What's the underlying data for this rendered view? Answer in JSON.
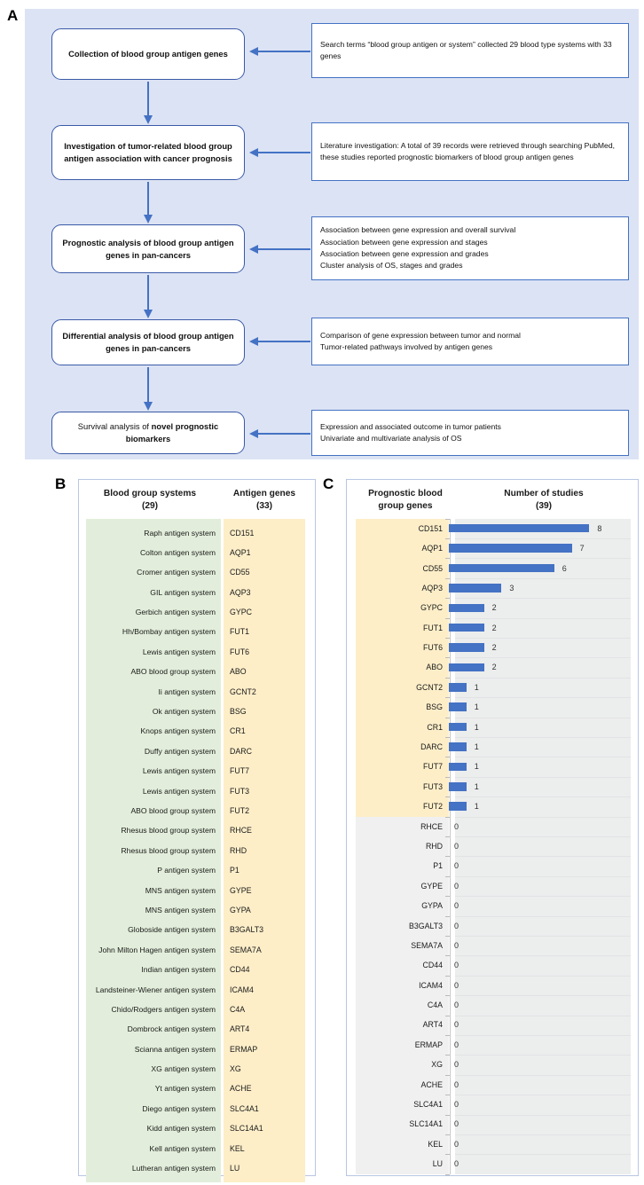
{
  "panels": {
    "a": {
      "letter": "A"
    },
    "b": {
      "letter": "B"
    },
    "c": {
      "letter": "C"
    }
  },
  "flowchart": {
    "steps": [
      {
        "id": "step-1",
        "label": "Collection of blood group antigen genes",
        "description": "Search terms “blood group antigen or system” collected 29 blood type systems with 33 genes"
      },
      {
        "id": "step-2",
        "label": "Investigation of tumor-related blood group antigen association with cancer prognosis",
        "description": "Literature investigation: A total of 39 records were retrieved through searching PubMed, these studies reported prognostic biomarkers of blood group antigen genes"
      },
      {
        "id": "step-3",
        "label": "Prognostic analysis of blood group antigen genes in pan-cancers",
        "description": "Association between gene expression and overall survival\nAssociation between gene expression and stages\nAssociation between gene expression and grades\nCluster analysis of OS, stages and grades"
      },
      {
        "id": "step-4",
        "label": "Differential analysis of blood group antigen genes in pan-cancers",
        "description": "Comparison of gene expression between tumor and normal\nTumor-related pathways involved by antigen genes"
      },
      {
        "id": "step-5",
        "label_plain": "Survival analysis of ",
        "label_bold": "novel prognostic biomarkers",
        "description": "Expression and associated outcome in tumor patients\nUnivariate and multivariate analysis of OS"
      }
    ]
  },
  "table_b": {
    "header_systems": "Blood group systems\n(29)",
    "header_systems_line1": "Blood group systems",
    "header_systems_line2": "(29)",
    "header_genes_line1": "Antigen genes",
    "header_genes_line2": "(33)",
    "rows": [
      {
        "system": "Raph antigen system",
        "gene": "CD151"
      },
      {
        "system": "Colton antigen system",
        "gene": "AQP1"
      },
      {
        "system": "Cromer antigen system",
        "gene": "CD55"
      },
      {
        "system": "GIL antigen system",
        "gene": "AQP3"
      },
      {
        "system": "Gerbich antigen system",
        "gene": "GYPC"
      },
      {
        "system": "Hh/Bombay antigen system",
        "gene": "FUT1"
      },
      {
        "system": "Lewis antigen system",
        "gene": "FUT6"
      },
      {
        "system": "ABO blood group system",
        "gene": "ABO"
      },
      {
        "system": "Ii antigen system",
        "gene": "GCNT2"
      },
      {
        "system": "Ok antigen system",
        "gene": "BSG"
      },
      {
        "system": "Knops antigen system",
        "gene": "CR1"
      },
      {
        "system": "Duffy antigen system",
        "gene": "DARC"
      },
      {
        "system": "Lewis antigen system",
        "gene": "FUT7"
      },
      {
        "system": "Lewis antigen system",
        "gene": "FUT3"
      },
      {
        "system": "ABO blood group system",
        "gene": "FUT2"
      },
      {
        "system": "Rhesus blood group system",
        "gene": "RHCE"
      },
      {
        "system": "Rhesus blood group system",
        "gene": "RHD"
      },
      {
        "system": "P antigen system",
        "gene": "P1"
      },
      {
        "system": "MNS antigen system",
        "gene": "GYPE"
      },
      {
        "system": "MNS antigen system",
        "gene": "GYPA"
      },
      {
        "system": "Globoside antigen system",
        "gene": "B3GALT3"
      },
      {
        "system": "John Milton Hagen antigen system",
        "gene": "SEMA7A"
      },
      {
        "system": "Indian antigen system",
        "gene": "CD44"
      },
      {
        "system": "Landsteiner-Wiener antigen system",
        "gene": "ICAM4"
      },
      {
        "system": "Chido/Rodgers antigen system",
        "gene": "C4A"
      },
      {
        "system": "Dombrock antigen system",
        "gene": "ART4"
      },
      {
        "system": "Scianna antigen system",
        "gene": "ERMAP"
      },
      {
        "system": "XG antigen system",
        "gene": "XG"
      },
      {
        "system": "Yt antigen system",
        "gene": "ACHE"
      },
      {
        "system": "Diego antigen system",
        "gene": "SLC4A1"
      },
      {
        "system": "Kidd antigen system",
        "gene": "SLC14A1"
      },
      {
        "system": "Kell antigen system",
        "gene": "KEL"
      },
      {
        "system": "Lutheran antigen system",
        "gene": "LU"
      }
    ]
  },
  "chart_data": {
    "type": "bar",
    "orientation": "horizontal",
    "title": "Number of studies (39)",
    "header_genes_line1": "Prognostic blood",
    "header_genes_line2": "group genes",
    "header_studies_line1": "Number of studies",
    "header_studies_line2": "(39)",
    "xlabel": "",
    "ylabel": "",
    "xlim": [
      0,
      10
    ],
    "grid": true,
    "legend": "none",
    "categories": [
      "CD151",
      "AQP1",
      "CD55",
      "AQP3",
      "GYPC",
      "FUT1",
      "FUT6",
      "ABO",
      "GCNT2",
      "BSG",
      "CR1",
      "DARC",
      "FUT7",
      "FUT3",
      "FUT2",
      "RHCE",
      "RHD",
      "P1",
      "GYPE",
      "GYPA",
      "B3GALT3",
      "SEMA7A",
      "CD44",
      "ICAM4",
      "C4A",
      "ART4",
      "ERMAP",
      "XG",
      "ACHE",
      "SLC4A1",
      "SLC14A1",
      "KEL",
      "LU"
    ],
    "values": [
      8,
      7,
      6,
      3,
      2,
      2,
      2,
      2,
      1,
      1,
      1,
      1,
      1,
      1,
      1,
      0,
      0,
      0,
      0,
      0,
      0,
      0,
      0,
      0,
      0,
      0,
      0,
      0,
      0,
      0,
      0,
      0,
      0
    ],
    "highlight_count": 15,
    "bar_color": "#4472c4",
    "plot_bg": "#eceded",
    "highlight_bg": "#fdeec8",
    "zero_bg": "#f0f0f0"
  },
  "colors": {
    "panel_a_bg": "#dce3f4",
    "box_border": "#3a5aa8",
    "desc_border": "#4472c4",
    "arrow": "#4472c4",
    "systems_bg": "#e2eedb",
    "genes_bg": "#fdeec8",
    "bar": "#4472c4"
  }
}
